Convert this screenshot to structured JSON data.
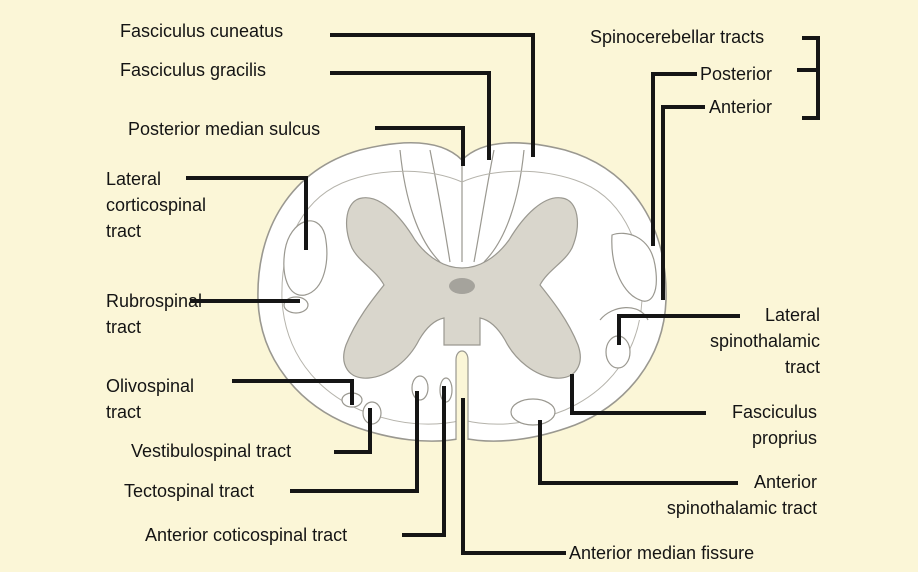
{
  "labels": {
    "fasciculus_cuneatus": "Fasciculus cuneatus",
    "fasciculus_gracilis": "Fasciculus gracilis",
    "posterior_median_sulcus": "Posterior median sulcus",
    "lateral_corticospinal_tract": "Lateral\ncorticospinal\ntract",
    "rubrospinal_tract": "Rubrospinal\ntract",
    "olivospinal_tract": "Olivospinal\ntract",
    "vestibulospinal_tract": "Vestibulospinal tract",
    "tectospinal_tract": "Tectospinal tract",
    "anterior_corticospinal_tract": "Anterior coticospinal tract",
    "anterior_median_fissure": "Anterior median fissure",
    "spinocerebellar_tracts": "Spinocerebellar tracts",
    "posterior": "Posterior",
    "anterior": "Anterior",
    "lateral_spinothalamic_tract": "Lateral\nspinothalamic\ntract",
    "fasciculus_proprius": "Fasciculus\nproprius",
    "anterior_spinothalamic_tract": "Anterior\nspinothalamic tract"
  },
  "colors": {
    "background": "#fbf6d7",
    "white_matter": "#ffffff",
    "gray_matter": "#d9d6cc",
    "central_canal": "#a5a39c",
    "outline": "#9a9890",
    "leader": "#151515"
  }
}
